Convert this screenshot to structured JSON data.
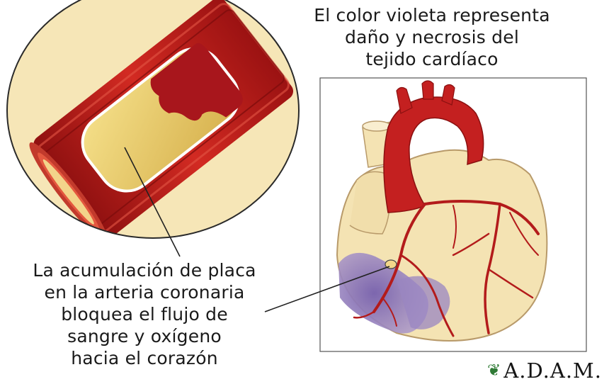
{
  "captions": {
    "top": [
      "El color violeta representa",
      "daño y necrosis del",
      "tejido cardíaco"
    ],
    "bottom": [
      "La acumulación de placa",
      "en la arteria coronaria",
      "bloquea el flujo de",
      "sangre y oxígeno",
      "hacia el corazón"
    ]
  },
  "logo": {
    "text": "A.D.A.M.",
    "icon": "leaf-icon"
  },
  "colors": {
    "artery_red": "#b01a1a",
    "plaque_yellow": "#e9cf6f",
    "necrosis_violet": "#8d77b9",
    "heart_tissue": "#f4e3b3"
  }
}
